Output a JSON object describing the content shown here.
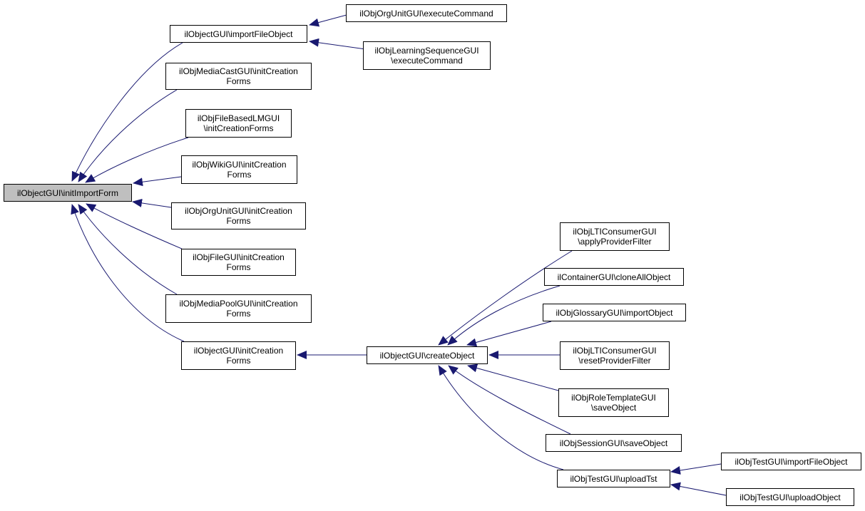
{
  "nodes": [
    {
      "id": "root",
      "label": "ilObjectGUI\\initImportForm",
      "root": true
    },
    {
      "id": "importFileObject",
      "label": "ilObjectGUI\\importFileObject"
    },
    {
      "id": "orgUnitExec",
      "label": "ilObjOrgUnitGUI\\executeCommand"
    },
    {
      "id": "lsExec",
      "label": "ilObjLearningSequenceGUI\n\\executeCommand"
    },
    {
      "id": "mediaCastInit",
      "label": "ilObjMediaCastGUI\\initCreation\nForms"
    },
    {
      "id": "fileBasedLMInit",
      "label": "ilObjFileBasedLMGUI\n\\initCreationForms"
    },
    {
      "id": "wikiInit",
      "label": "ilObjWikiGUI\\initCreation\nForms"
    },
    {
      "id": "orgUnitInit",
      "label": "ilObjOrgUnitGUI\\initCreation\nForms"
    },
    {
      "id": "fileInit",
      "label": "ilObjFileGUI\\initCreation\nForms"
    },
    {
      "id": "mediaPoolInit",
      "label": "ilObjMediaPoolGUI\\initCreation\nForms"
    },
    {
      "id": "objectInit",
      "label": "ilObjectGUI\\initCreation\nForms"
    },
    {
      "id": "createObject",
      "label": "ilObjectGUI\\createObject"
    },
    {
      "id": "ltiApply",
      "label": "ilObjLTIConsumerGUI\n\\applyProviderFilter"
    },
    {
      "id": "containerClone",
      "label": "ilContainerGUI\\cloneAllObject"
    },
    {
      "id": "glossaryImport",
      "label": "ilObjGlossaryGUI\\importObject"
    },
    {
      "id": "ltiReset",
      "label": "ilObjLTIConsumerGUI\n\\resetProviderFilter"
    },
    {
      "id": "roleTemplateSave",
      "label": "ilObjRoleTemplateGUI\n\\saveObject"
    },
    {
      "id": "sessionSave",
      "label": "ilObjSessionGUI\\saveObject"
    },
    {
      "id": "uploadTst",
      "label": "ilObjTestGUI\\uploadTst"
    },
    {
      "id": "testImportFile",
      "label": "ilObjTestGUI\\importFileObject"
    },
    {
      "id": "testUpload",
      "label": "ilObjTestGUI\\uploadObject"
    }
  ],
  "edges": [
    {
      "from": "importFileObject",
      "to": "root"
    },
    {
      "from": "mediaCastInit",
      "to": "root"
    },
    {
      "from": "fileBasedLMInit",
      "to": "root"
    },
    {
      "from": "wikiInit",
      "to": "root"
    },
    {
      "from": "orgUnitInit",
      "to": "root"
    },
    {
      "from": "fileInit",
      "to": "root"
    },
    {
      "from": "mediaPoolInit",
      "to": "root"
    },
    {
      "from": "objectInit",
      "to": "root"
    },
    {
      "from": "orgUnitExec",
      "to": "importFileObject"
    },
    {
      "from": "lsExec",
      "to": "importFileObject"
    },
    {
      "from": "createObject",
      "to": "objectInit"
    },
    {
      "from": "ltiApply",
      "to": "createObject"
    },
    {
      "from": "containerClone",
      "to": "createObject"
    },
    {
      "from": "glossaryImport",
      "to": "createObject"
    },
    {
      "from": "ltiReset",
      "to": "createObject"
    },
    {
      "from": "roleTemplateSave",
      "to": "createObject"
    },
    {
      "from": "sessionSave",
      "to": "createObject"
    },
    {
      "from": "uploadTst",
      "to": "createObject"
    },
    {
      "from": "testImportFile",
      "to": "uploadTst"
    },
    {
      "from": "testUpload",
      "to": "uploadTst"
    }
  ],
  "colors": {
    "edge": "#191970",
    "root_fill": "#bfbfbf",
    "node_fill": "#ffffff",
    "border": "#000000"
  }
}
